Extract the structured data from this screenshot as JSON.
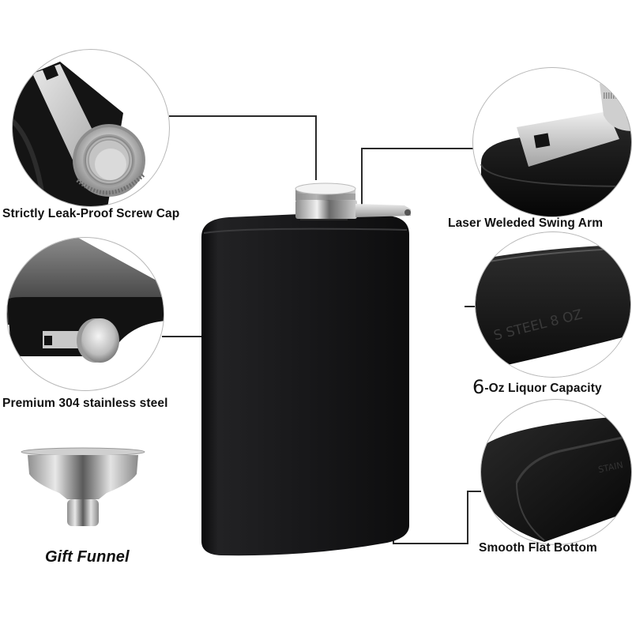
{
  "product": "Black stainless steel hip flask with funnel",
  "features": [
    {
      "id": "screw-cap",
      "label": "Strictly Leak-Proof Screw Cap"
    },
    {
      "id": "swing-arm",
      "label": "Laser Weleded Swing Arm"
    },
    {
      "id": "stainless-steel",
      "label": "Premium 304 stainless steel"
    },
    {
      "id": "capacity",
      "label_prefix": "6",
      "label_rest": "-Oz Liquor Capacity"
    },
    {
      "id": "flat-bottom",
      "label": "Smooth Flat Bottom"
    },
    {
      "id": "funnel",
      "label": "Gift Funnel"
    }
  ],
  "engraving": "S STEEL 8 OZ",
  "bottom_engraving": "STAIN",
  "colors": {
    "flask_body": "#1a1a1c",
    "metal": "#c9c9c9",
    "text": "#111111",
    "connector": "#2a2a2a",
    "circle_border": "#b8b8b8"
  }
}
